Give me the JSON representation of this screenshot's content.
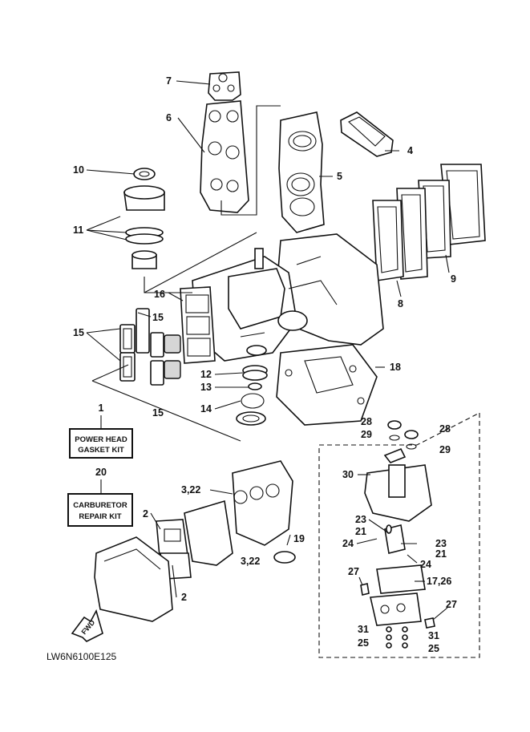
{
  "diagram": {
    "reference_code": "LW6N6100E125",
    "direction_label": "FWD",
    "kits": [
      {
        "number": "1",
        "line1": "POWER HEAD",
        "line2": "GASKET KIT"
      },
      {
        "number": "20",
        "line1": "CARBURETOR",
        "line2": "REPAIR KIT"
      }
    ],
    "callouts": {
      "c2a": "2",
      "c2b": "2",
      "c3_22a": "3,22",
      "c3_22b": "3,22",
      "c4": "4",
      "c5": "5",
      "c6": "6",
      "c7": "7",
      "c8": "8",
      "c9": "9",
      "c10": "10",
      "c11": "11",
      "c12": "12",
      "c13": "13",
      "c14": "14",
      "c15a": "15",
      "c15b": "15",
      "c15c": "15",
      "c16": "16",
      "c17_26": "17,26",
      "c18": "18",
      "c19": "19",
      "c21a": "21",
      "c21b": "21",
      "c23a": "23",
      "c23b": "23",
      "c24a": "24",
      "c24b": "24",
      "c25a": "25",
      "c25b": "25",
      "c27a": "27",
      "c27b": "27",
      "c28a": "28",
      "c28b": "28",
      "c29a": "29",
      "c29b": "29",
      "c30": "30",
      "c31a": "31",
      "c31b": "31"
    }
  }
}
